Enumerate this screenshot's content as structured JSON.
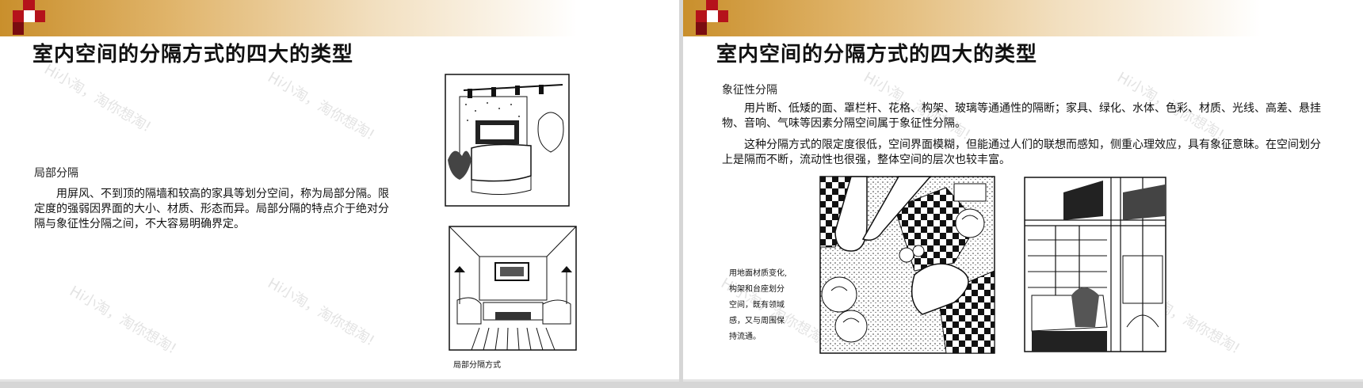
{
  "left_slide": {
    "title": "室内空间的分隔方式的四大的类型",
    "section": "局部分隔",
    "paragraph": "用屏风、不到顶的隔墙和较高的家具等划分空间，称为局部分隔。限定度的强弱因界面的大小、材质、形态而异。局部分隔的特点介于绝对分隔与象征性分隔之间，不大容易明确界定。",
    "figure_caption": "局部分隔方式",
    "images": [
      {
        "icon": "reception-desk-sketch"
      },
      {
        "icon": "living-room-sketch"
      }
    ]
  },
  "right_slide": {
    "title": "室内空间的分隔方式的四大的类型",
    "section": "象征性分隔",
    "paragraph1": "用片断、低矮的面、罩栏杆、花格、构架、玻璃等通通性的隔断；家具、绿化、水体、色彩、材质、光线、高差、悬挂物、音响、气味等因素分隔空间属于象征性分隔。",
    "paragraph2": "这种分隔方式的限定度很低，空间界面模糊，但能通过人们的联想而感知，侧重心理效应，具有象征意昧。在空间划分上是隔而不断，流动性也很强，整体空间的层次也较丰富。",
    "figure_caption_lines": [
      "用地面材质变化,",
      "构架和台座划分",
      "空间，既有领域",
      "感，又与周围保",
      "持流通。"
    ],
    "images": [
      {
        "icon": "checkered-floor-plan-sketch"
      },
      {
        "icon": "frame-structure-sketch"
      }
    ]
  },
  "watermark": "Hi小淘，淘你想淘!",
  "colors": {
    "accent_red": "#b5121b",
    "gold": "#c98f2c"
  }
}
